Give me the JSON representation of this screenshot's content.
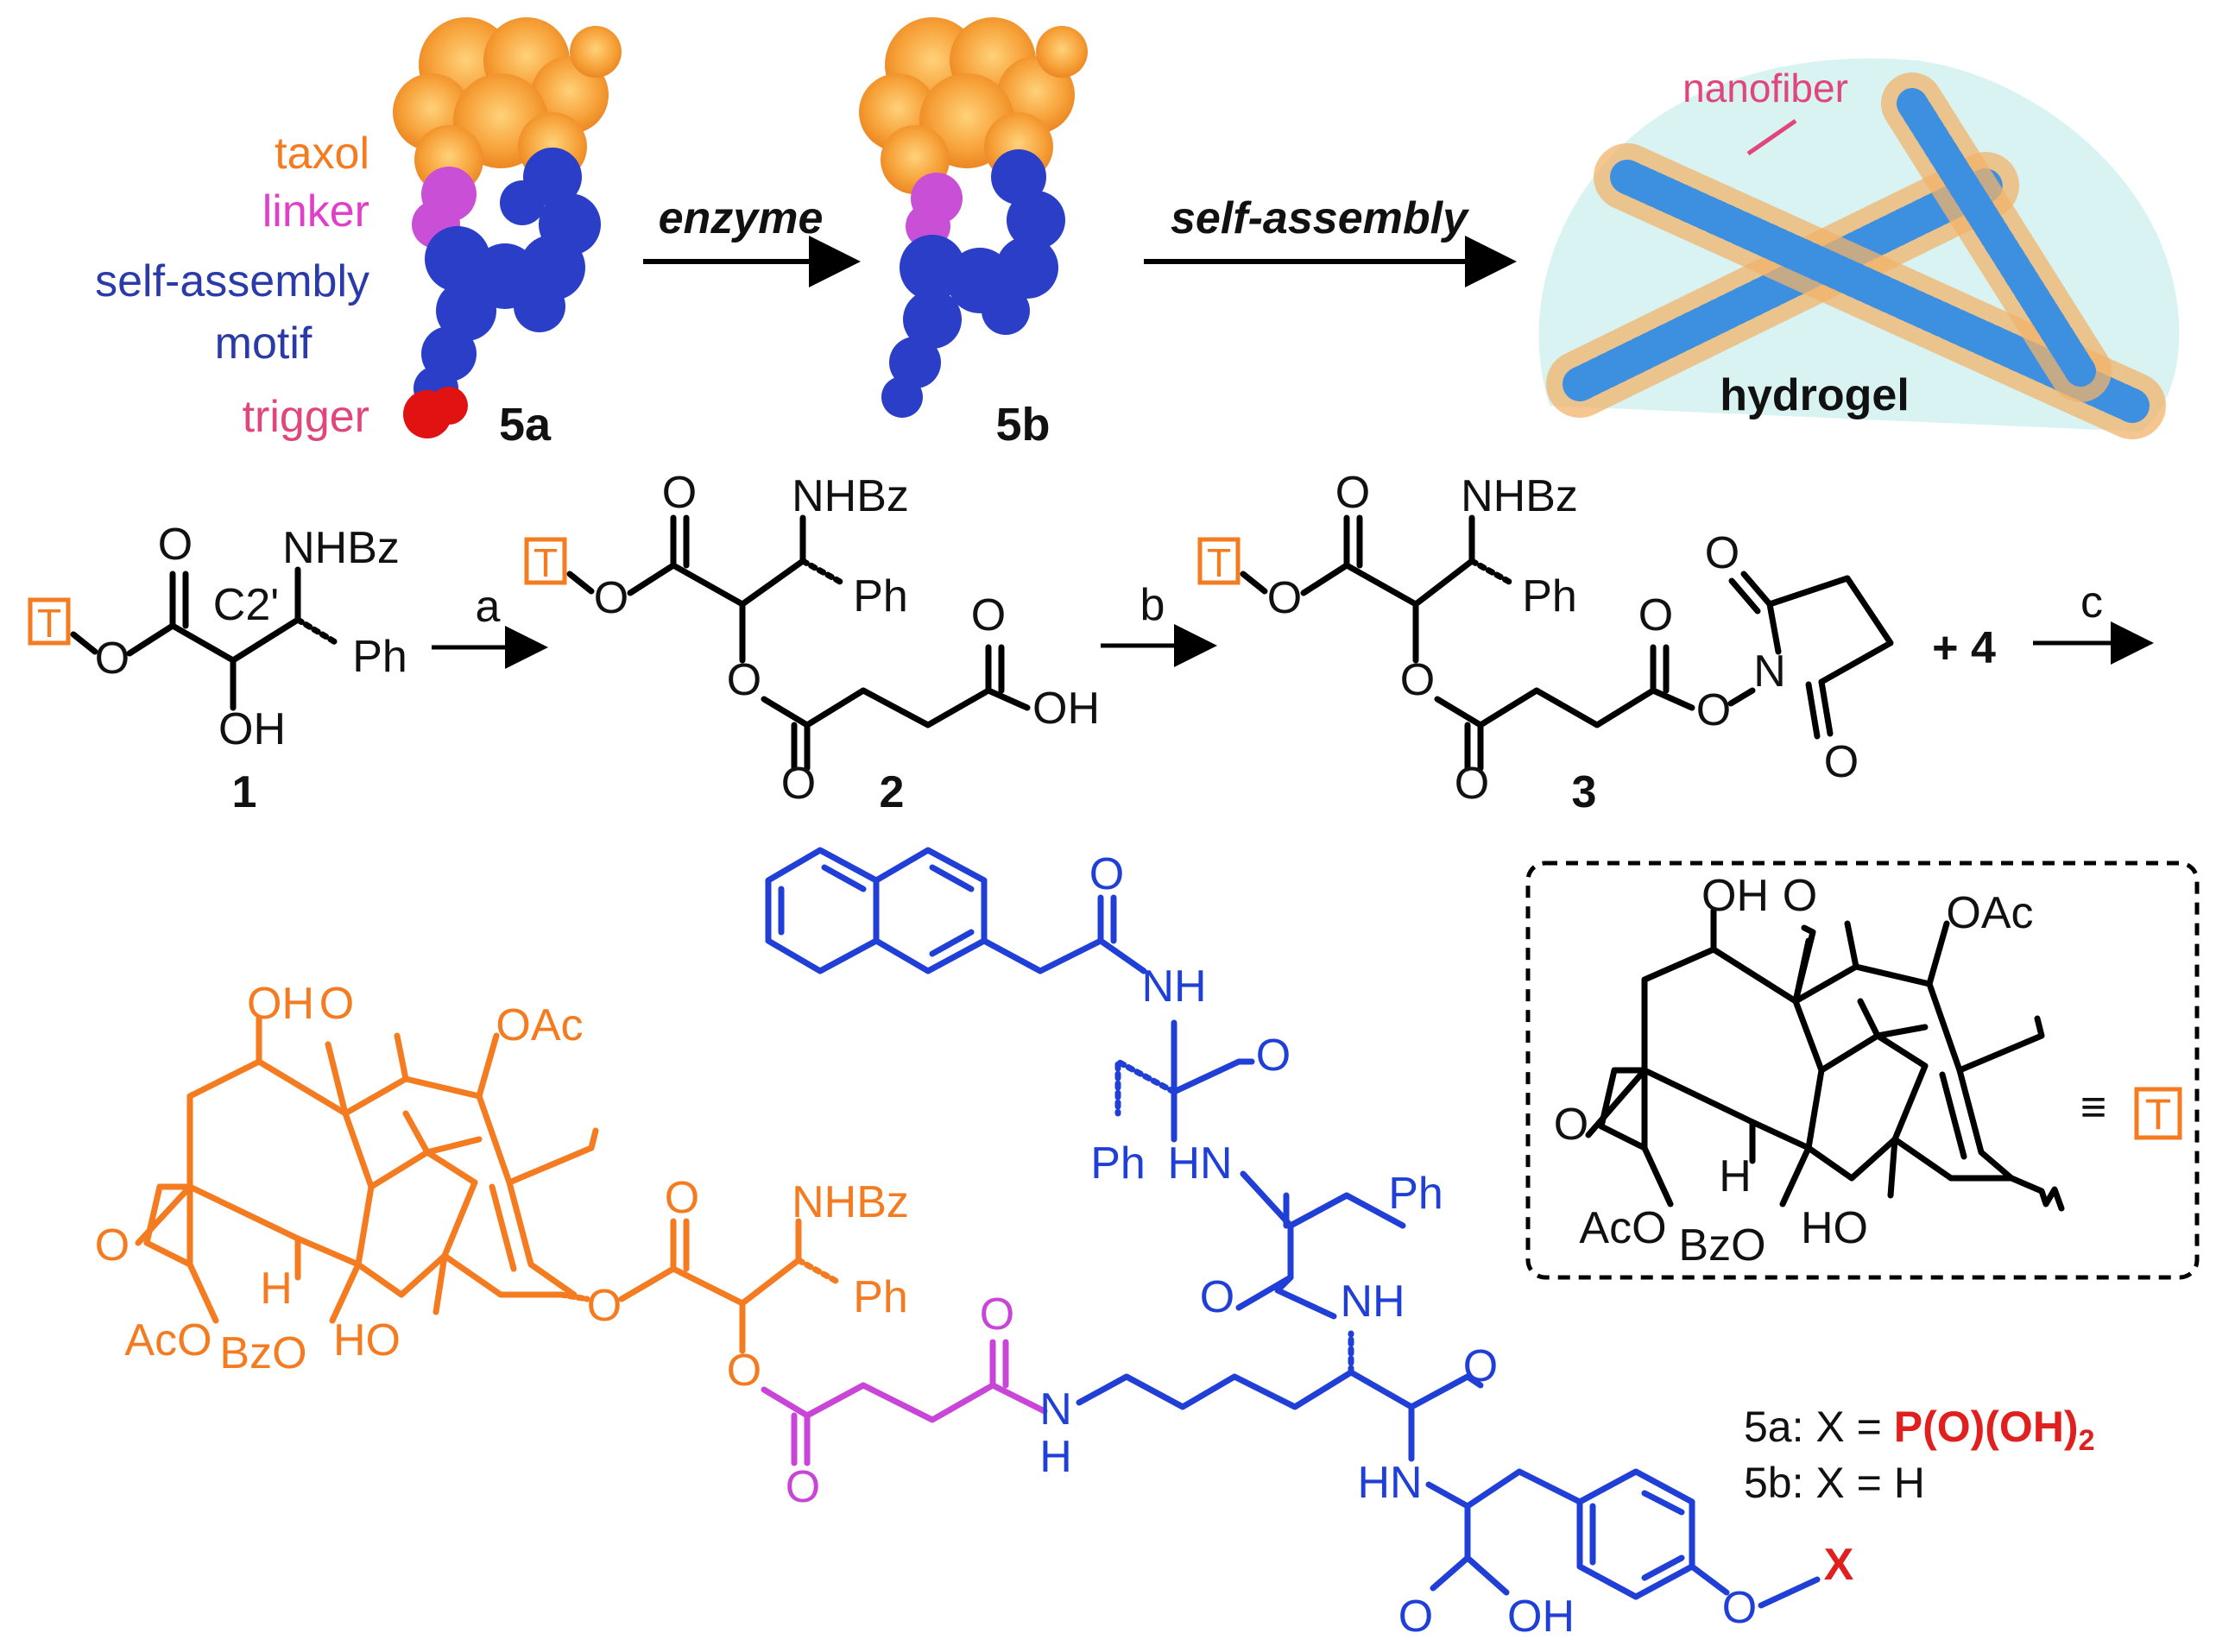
{
  "colors": {
    "taxol": "#f47b20",
    "linker": "#c845d8",
    "motif": "#1f3fd6",
    "trigger": "#e01f1f",
    "nanofiber": "#e0457b",
    "gel": "#d9f3f2"
  },
  "top_scheme": {
    "legend": {
      "taxol": "taxol",
      "linker": "linker",
      "motif_line1": "self-assembly",
      "motif_line2": "motif",
      "trigger": "trigger"
    },
    "compound_5a": "5a",
    "compound_5b": "5b",
    "arrow_enzyme": "enzyme",
    "arrow_self_assembly": "self-assembly",
    "nanofiber_label": "nanofiber",
    "hydrogel_label": "hydrogel"
  },
  "synthesis": {
    "T_symbol": "T",
    "step_a": "a",
    "step_b": "b",
    "step_c": "c",
    "plus_4": "+ 4",
    "compound_1": "1",
    "compound_2": "2",
    "compound_3": "3",
    "c2_label": "C2'",
    "NHBz": "NHBz",
    "Ph": "Ph",
    "OH": "OH",
    "O": "O",
    "N": "N"
  },
  "taxol_box": {
    "OH": "OH",
    "O": "O",
    "OAc": "OAc",
    "H": "H",
    "AcO": "AcO",
    "BzO": "BzO",
    "HO": "HO",
    "equiv": "≡",
    "T": "T"
  },
  "final_structure": {
    "NH": "NH",
    "HN": "HN",
    "H": "H",
    "N": "N",
    "Ph": "Ph",
    "OH": "OH",
    "O": "O",
    "X": "X",
    "NHBz": "NHBz",
    "OAc": "OAc",
    "AcO": "AcO",
    "BzO": "BzO",
    "HO": "HO"
  },
  "definitions": {
    "line_5a_prefix": "5a: X = ",
    "line_5a_value": "P(O)(OH)",
    "line_5a_sub": "2",
    "line_5b": "5b: X = H"
  }
}
